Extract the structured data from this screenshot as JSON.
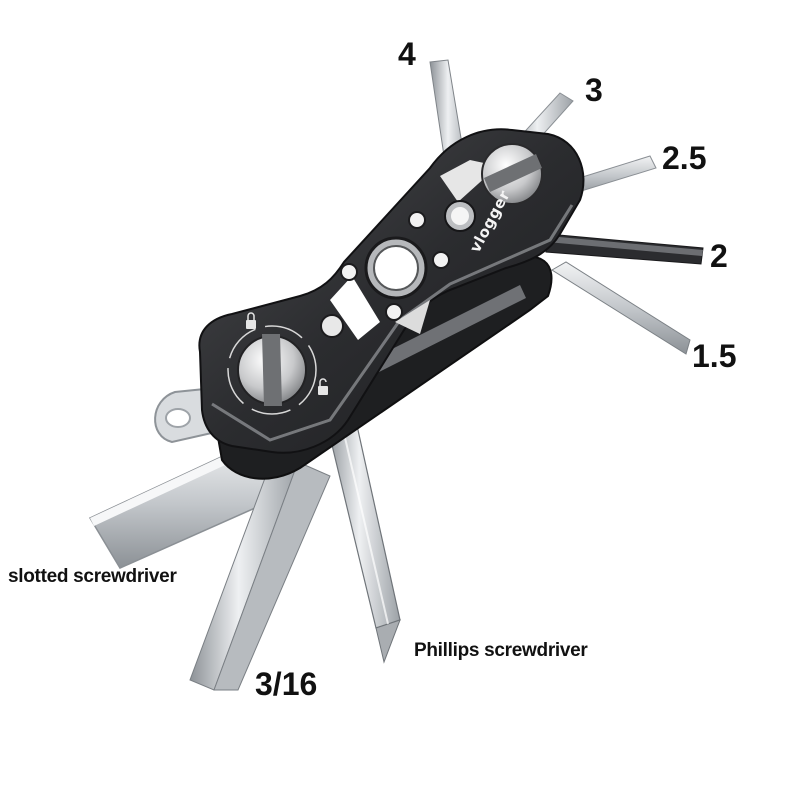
{
  "image": {
    "brand": "vlogger",
    "labels": {
      "hex_4": "4",
      "hex_3": "3",
      "hex_2_5": "2.5",
      "hex_2": "2",
      "hex_1_5": "1.5",
      "hex_3_16": "3/16",
      "slotted": "slotted screwdriver",
      "phillips": "Phillips screwdriver"
    },
    "colors": {
      "background": "#ffffff",
      "body": "#2a2a2c",
      "steel": "#c9cdd0",
      "accent": "#e8e8e8"
    }
  }
}
